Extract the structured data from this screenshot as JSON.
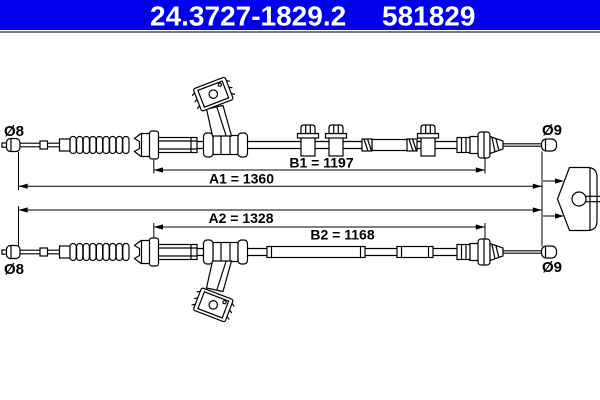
{
  "header": {
    "part_number": "24.3727-1829.2",
    "secondary_number": "581829"
  },
  "colors": {
    "header_bg": "#0000EE",
    "header_text": "#FFFFFF",
    "line": "#000000",
    "divider": "#4D4D4D"
  },
  "dimensions": {
    "a1": {
      "label": "A1 = 1360",
      "value_mm": 1360
    },
    "b1": {
      "label": "B1 = 1197",
      "value_mm": 1197
    },
    "a2": {
      "label": "A2 = 1328",
      "value_mm": 1328
    },
    "b2": {
      "label": "B2 = 1168",
      "value_mm": 1168
    }
  },
  "diameters": {
    "top_left": "Ø8",
    "top_right": "Ø9",
    "bottom_left": "Ø8",
    "bottom_right": "Ø9"
  }
}
